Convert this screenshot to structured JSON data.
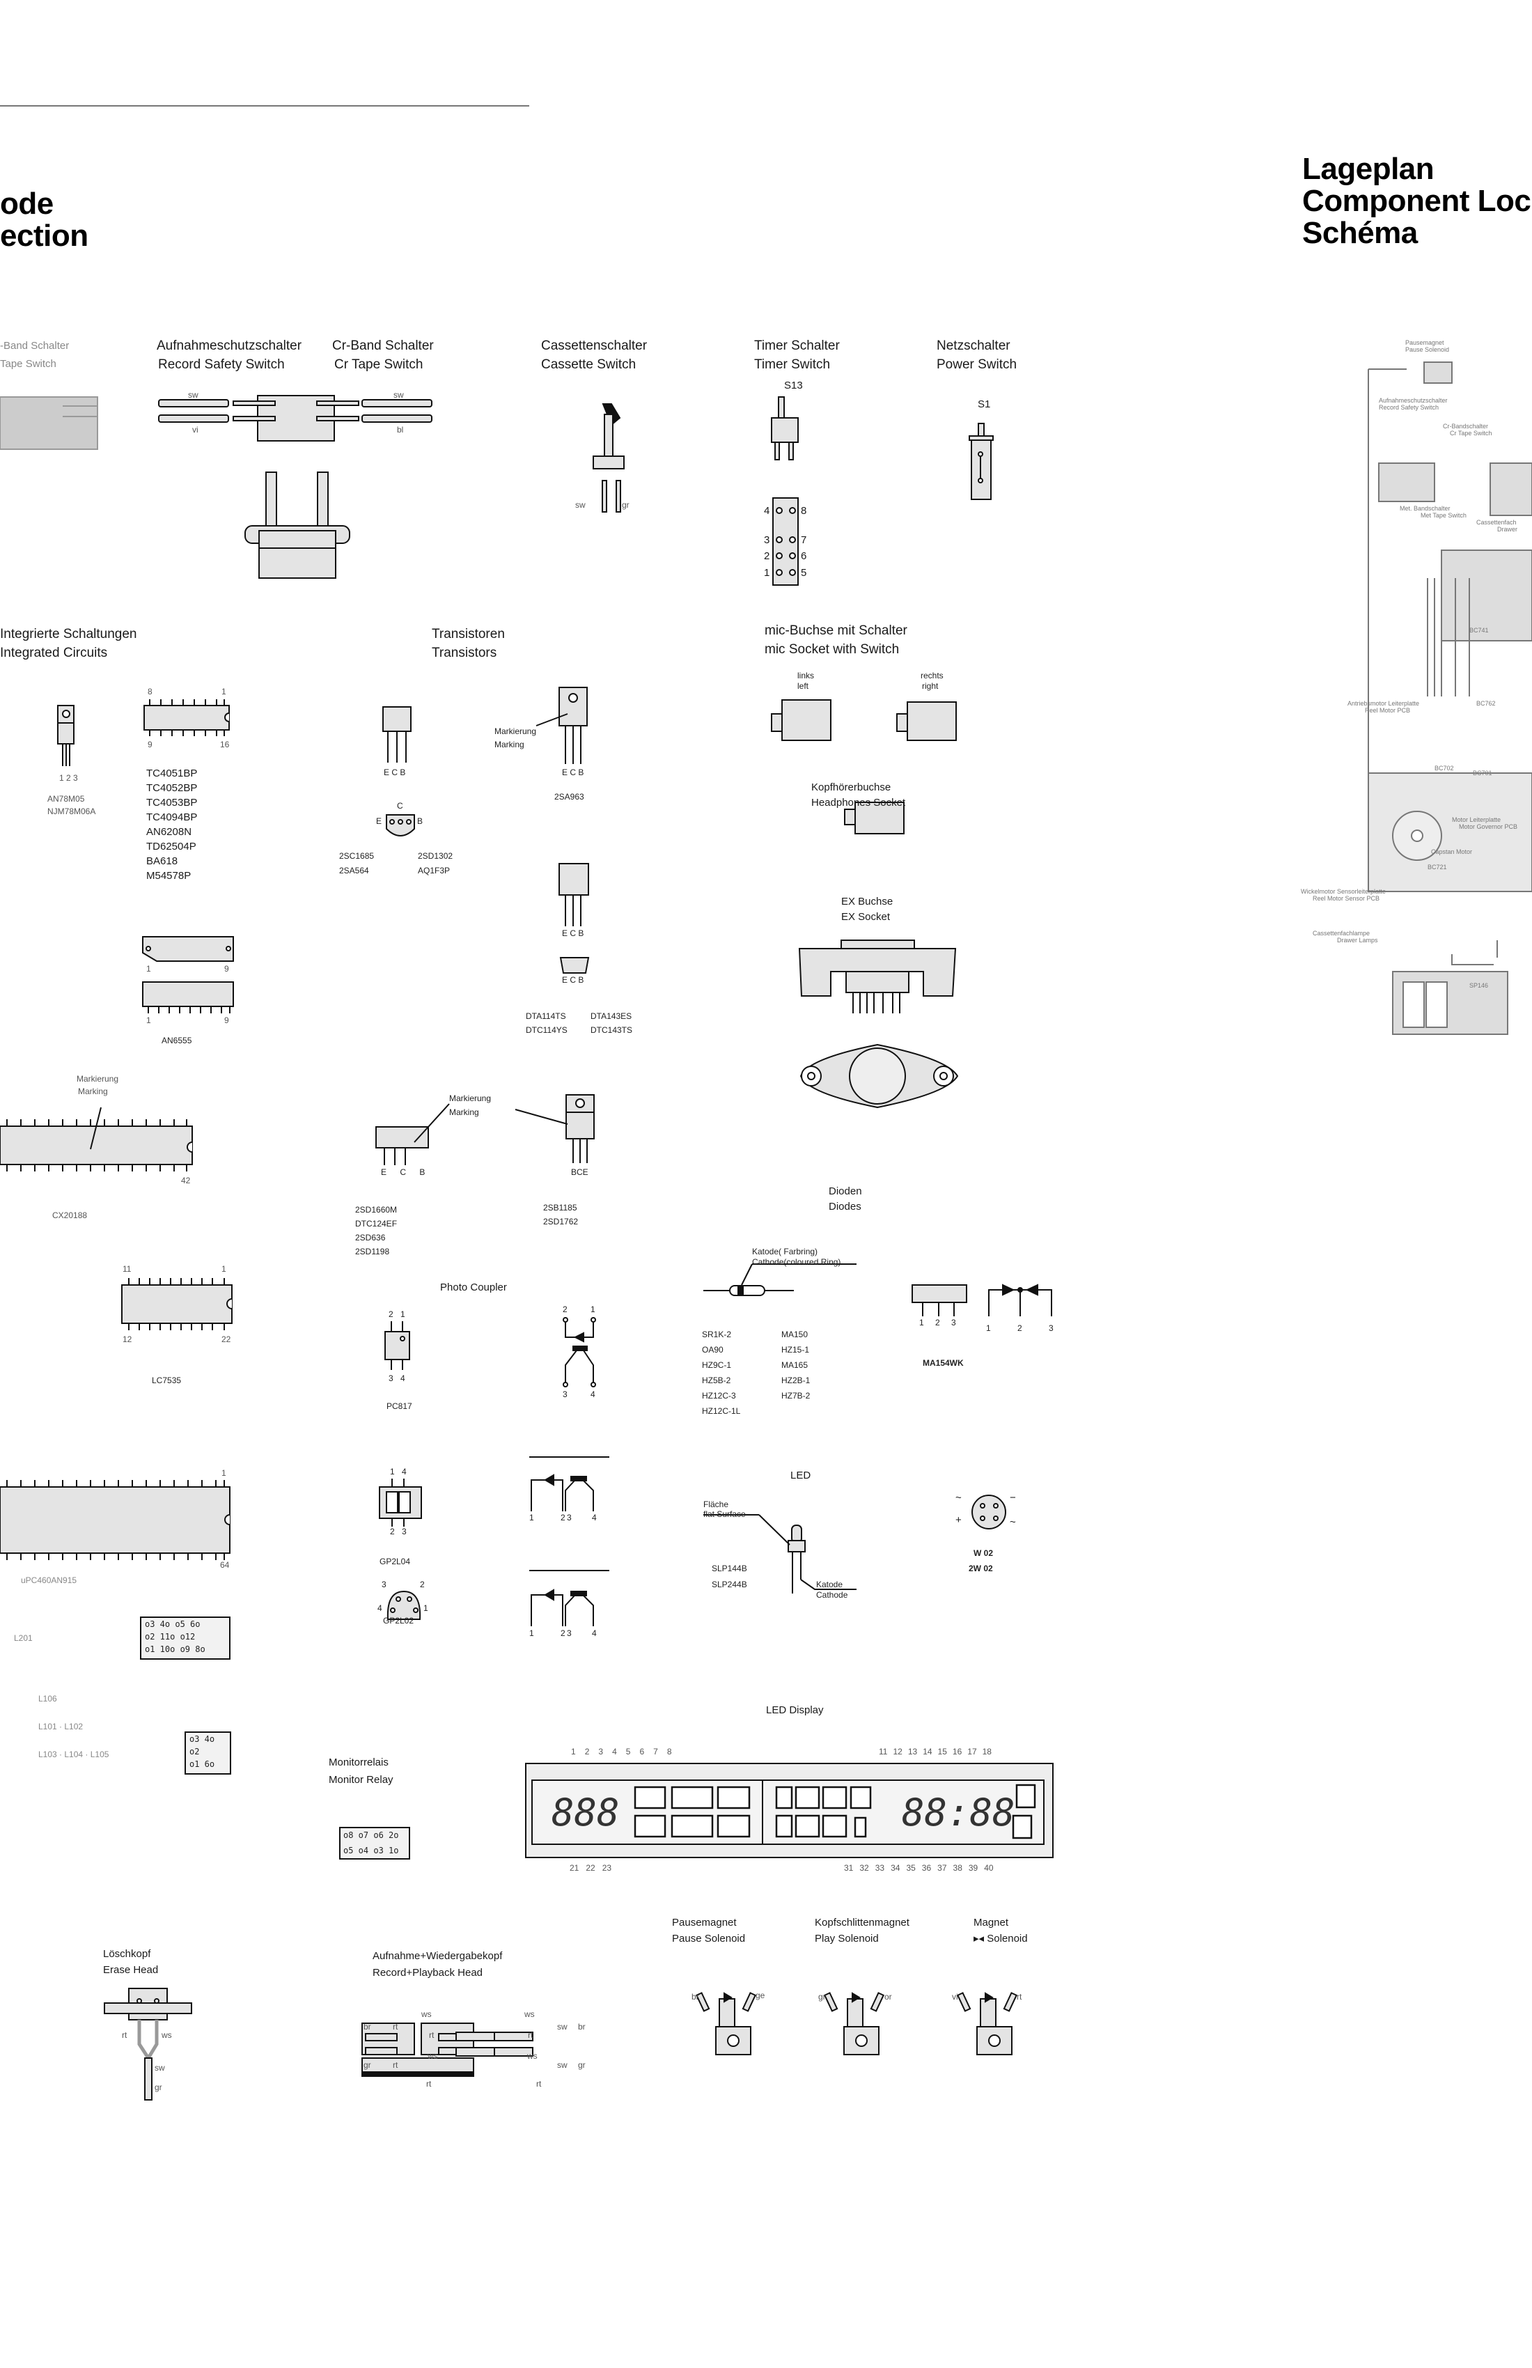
{
  "header": {
    "left_title": [
      "ode",
      "ection"
    ],
    "right_title": [
      "Lageplan",
      "Component Loc",
      "Schéma"
    ]
  },
  "switches": {
    "partial": [
      "-Band Schalter",
      "Tape Switch"
    ],
    "record_safety": [
      "Aufnahmeschutzschalter",
      "Record Safety Switch"
    ],
    "cr_tape": [
      "Cr-Band Schalter",
      "Cr Tape Switch"
    ],
    "cassette": [
      "Cassettenschalter",
      "Cassette  Switch"
    ],
    "timer": [
      "Timer Schalter",
      "Timer Switch"
    ],
    "timer_ref": "S13",
    "timer_pins": [
      "4",
      "8",
      "3",
      "7",
      "2",
      "6",
      "1",
      "5"
    ],
    "power": [
      "Netzschalter",
      "Power Switch"
    ],
    "power_ref": "S1",
    "wire_colors": [
      "sw",
      "vi",
      "sw",
      "bl",
      "sw",
      "gr"
    ]
  },
  "ics": {
    "heading": [
      "Integrierte Schaltungen",
      "Integrated Circuits"
    ],
    "regulator_pins": "1 2 3",
    "regulators": [
      "AN78M05",
      "NJM78M06A"
    ],
    "dip16_pins": [
      "8",
      "1",
      "9",
      "16"
    ],
    "dip16_types": [
      "TC4051BP",
      "TC4052BP",
      "TC4053BP",
      "TC4094BP",
      "AN6208N",
      "TD62504P",
      "BA618",
      "M54578P"
    ],
    "sip_pins": [
      "1",
      "9",
      "1",
      "9"
    ],
    "sip_type": "AN6555",
    "marking": [
      "Markierung",
      "Marking"
    ],
    "cx_pin": "42",
    "cx_type": "CX20188",
    "lc_pins": [
      "11",
      "1",
      "12",
      "22"
    ],
    "lc_type": "LC7535",
    "big_pins": [
      "1",
      "64"
    ],
    "big_type": "uPC460AN915",
    "conn12": [
      "o3 4o o5 6o",
      "o2 11o o12",
      "o1 10o o9 8o"
    ],
    "conn12_label": "L201",
    "conn6": [
      "o3 4o",
      "o2",
      "o1 6o"
    ],
    "coil_labels": [
      "L106",
      "L101 · L102",
      "L103 · L104 · L105"
    ]
  },
  "transistors": {
    "heading": [
      "Transistoren",
      "Transistors"
    ],
    "ecb": "E C B",
    "pin_c": "C",
    "pin_e": "E",
    "pin_b": "B",
    "group1": [
      "2SC1685",
      "2SA564"
    ],
    "group2": [
      "2SD1302",
      "AQ1F3P"
    ],
    "marking": [
      "Markierung",
      "Marking"
    ],
    "single": "2SA963",
    "dta": [
      "DTA114TS",
      "DTC114YS"
    ],
    "dta2": [
      "DTA143ES",
      "DTC143TS"
    ],
    "bce": "BCE",
    "group3": [
      "2SD1660M",
      "DTC124EF",
      "2SD636",
      "2SD1198"
    ],
    "group4": [
      "2SB1185",
      "2SD1762"
    ]
  },
  "sockets": {
    "mic": [
      "mic-Buchse mit Schalter",
      "mic Socket with Switch"
    ],
    "left": [
      "links",
      "left"
    ],
    "right": [
      "rechts",
      "right"
    ],
    "headphones": [
      "Kopfhörerbuchse",
      "Headphones Socket"
    ],
    "ex": [
      "EX Buchse",
      "EX Socket"
    ]
  },
  "diodes": {
    "heading": [
      "Dioden",
      "Diodes"
    ],
    "cathode": [
      "Katode( Farbring)",
      "Cathode(coloured Ring)"
    ],
    "col1": [
      "SR1K-2",
      "OA90",
      "HZ9C-1",
      "HZ5B-2",
      "HZ12C-3",
      "HZ12C-1L"
    ],
    "col2": [
      "MA150",
      "HZ15-1",
      "MA165",
      "HZ2B-1",
      "HZ7B-2"
    ],
    "pins": [
      "1",
      "2",
      "3"
    ],
    "dual": "MA154WK"
  },
  "photo": {
    "heading": "Photo Coupler",
    "pc817_pins": [
      "2",
      "1",
      "3",
      "4"
    ],
    "pc817": "PC817",
    "gp2l04_pins": [
      "1",
      "4",
      "2",
      "3"
    ],
    "gp2l04": "GP2L04",
    "gp2l02_pins": [
      "3",
      "2",
      "4",
      "1"
    ],
    "gp2l02": "GP2L02",
    "sym_pins": [
      "1",
      "2",
      "3",
      "4"
    ]
  },
  "led": {
    "heading": "LED",
    "flat": [
      "Fläche",
      "flat Surface"
    ],
    "types": [
      "SLP144B",
      "SLP244B"
    ],
    "cathode": [
      "Katode",
      "Cathode"
    ],
    "bridge": [
      "W 02",
      "2W 02"
    ]
  },
  "display": {
    "heading": "LED Display",
    "top_left_pins": [
      "1",
      "2",
      "3",
      "4",
      "5",
      "6",
      "7",
      "8"
    ],
    "top_right_pins": [
      "11",
      "12",
      "13",
      "14",
      "15",
      "16",
      "17",
      "18"
    ],
    "bottom_left_pins": [
      "21",
      "22",
      "23"
    ],
    "bottom_right_pins": [
      "31",
      "32",
      "33",
      "34",
      "35",
      "36",
      "37",
      "38",
      "39",
      "40"
    ]
  },
  "relay": {
    "heading": [
      "Monitorrelais",
      "Monitor Relay"
    ],
    "pins": [
      "o8 o7 o6  2o",
      "o5 o4 o3  1o"
    ]
  },
  "heads": {
    "erase": [
      "Löschkopf",
      "Erase Head"
    ],
    "erase_wires": [
      "rt",
      "ws",
      "sw",
      "gr"
    ],
    "rp": [
      "Aufnahme+Wiedergabekopf",
      "Record+Playback Head"
    ],
    "rp_wires": [
      "ws",
      "ws",
      "br",
      "rt",
      "rt",
      "sw",
      "br",
      "rt",
      "gr",
      "rt",
      "ws",
      "ws",
      "sw",
      "gr",
      "rt",
      "rt"
    ]
  },
  "solenoids": {
    "pause": [
      "Pausemagnet",
      "Pause Solenoid"
    ],
    "pause_wires": [
      "br",
      "ge"
    ],
    "play": [
      "Kopfschlittenmagnet",
      "Play Solenoid"
    ],
    "play_wires": [
      "gr",
      "or"
    ],
    "ff": [
      "Magnet",
      "▸◂ Solenoid"
    ],
    "ff_wires": [
      "vi",
      "rt"
    ]
  },
  "layout_panel": {
    "labels": [
      "Pausemagnet",
      "Pause Solenoid",
      "Aufnahmeschutzschalter",
      "Record Safety Switch",
      "Cr-Bandschalter",
      "Cr Tape Switch",
      "Met. Bandschalter",
      "Met Tape Switch",
      "Cassettenfach",
      "Drawer",
      "BC741",
      "Antriebsmotor Leiterplatte",
      "Reel Motor PCB",
      "BC762",
      "BC702",
      "BC701",
      "Motor Leiterplatte",
      "Motor Governor PCB",
      "Capstan Motor",
      "BC721",
      "Wickelmotor Sensorleiterplatte",
      "Reel Motor Sensor PCB",
      "Cassettenfachlampe",
      "Drawer Lamps",
      "SP146"
    ]
  }
}
